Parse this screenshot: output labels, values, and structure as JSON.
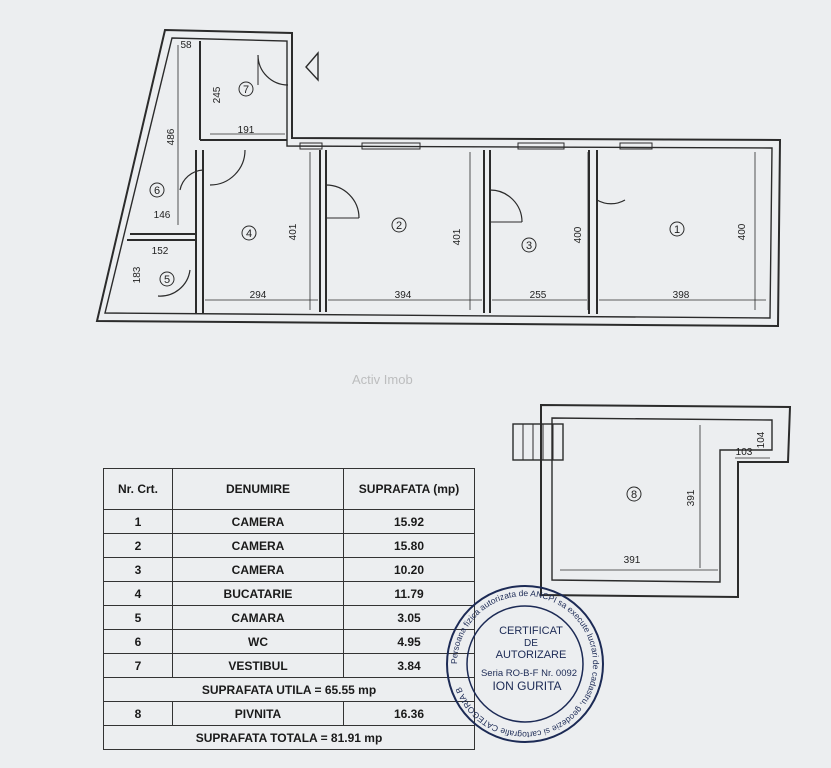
{
  "watermark": "Activ Imob",
  "rooms": [
    {
      "number": "1"
    },
    {
      "number": "2"
    },
    {
      "number": "3"
    },
    {
      "number": "4"
    },
    {
      "number": "5"
    },
    {
      "number": "6"
    },
    {
      "number": "7"
    },
    {
      "number": "8"
    }
  ],
  "dimensions": {
    "r1_width": "398",
    "r1_height": "400",
    "r2_width": "394",
    "r2_height": "401",
    "r3_width": "255",
    "r3_height": "400",
    "r4_width": "294",
    "r4_height": "401",
    "r5_width": "152",
    "r5_height": "183",
    "r6_width": "146",
    "r6_height": "486",
    "r7_width": "191",
    "r7_height": "245",
    "r7_extra": "58",
    "r8_width": "391",
    "r8_height": "391",
    "r8_niche_w": "103",
    "r8_niche_h": "104"
  },
  "table": {
    "headers": [
      "Nr. Crt.",
      "DENUMIRE",
      "SUPRAFATA (mp)"
    ],
    "rows": [
      {
        "nr": "1",
        "name": "CAMERA",
        "area": "15.92"
      },
      {
        "nr": "2",
        "name": "CAMERA",
        "area": "15.80"
      },
      {
        "nr": "3",
        "name": "CAMERA",
        "area": "10.20"
      },
      {
        "nr": "4",
        "name": "BUCATARIE",
        "area": "11.79"
      },
      {
        "nr": "5",
        "name": "CAMARA",
        "area": "3.05"
      },
      {
        "nr": "6",
        "name": "WC",
        "area": "4.95"
      },
      {
        "nr": "7",
        "name": "VESTIBUL",
        "area": "3.84"
      }
    ],
    "useful_total": "SUPRAFATA UTILA = 65.55 mp",
    "basement": {
      "nr": "8",
      "name": "PIVNITA",
      "area": "16.36"
    },
    "grand_total": "SUPRAFATA TOTALA = 81.91 mp"
  },
  "stamp": {
    "line1": "CERTIFICAT",
    "line2": "DE",
    "line3": "AUTORIZARE",
    "line4": "Seria RO-B-F Nr. 0092",
    "line5": "ION GURITA",
    "ring_text": "Persoana fizica autorizata de ANCPI sa execute lucrari de cadastru, geodezie si cartografie CATEGORIA B"
  },
  "colors": {
    "ink": "#2b2b2b",
    "paper": "#eceef0",
    "stamp": "#1c2a55"
  }
}
